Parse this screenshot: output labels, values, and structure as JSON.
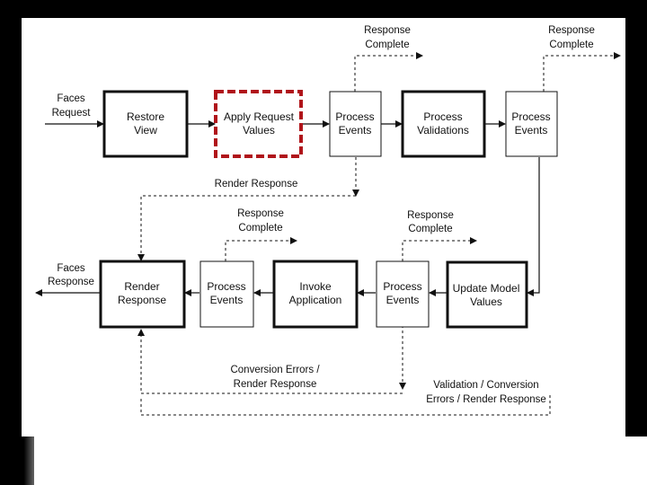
{
  "boxes": {
    "restore_view": [
      "Restore",
      "View"
    ],
    "apply_request_values": [
      "Apply Request",
      "Values"
    ],
    "process_events_1": [
      "Process",
      "Events"
    ],
    "process_validations": [
      "Process",
      "Validations"
    ],
    "process_events_2": [
      "Process",
      "Events"
    ],
    "render_response": [
      "Render",
      "Response"
    ],
    "process_events_3": [
      "Process",
      "Events"
    ],
    "invoke_application": [
      "Invoke",
      "Application"
    ],
    "process_events_4": [
      "Process",
      "Events"
    ],
    "update_model_values": [
      "Update Model",
      "Values"
    ]
  },
  "labels": {
    "faces_request": [
      "Faces",
      "Request"
    ],
    "faces_response": [
      "Faces",
      "Response"
    ],
    "response_complete_1": [
      "Response",
      "Complete"
    ],
    "response_complete_2": [
      "Response",
      "Complete"
    ],
    "response_complete_3": [
      "Response",
      "Complete"
    ],
    "response_complete_4": [
      "Response",
      "Complete"
    ],
    "render_response_top": "Render Response",
    "conversion_errors": [
      "Conversion Errors /",
      "Render Response"
    ],
    "validation_errors": [
      "Validation / Conversion",
      "Errors / Render Response"
    ]
  }
}
